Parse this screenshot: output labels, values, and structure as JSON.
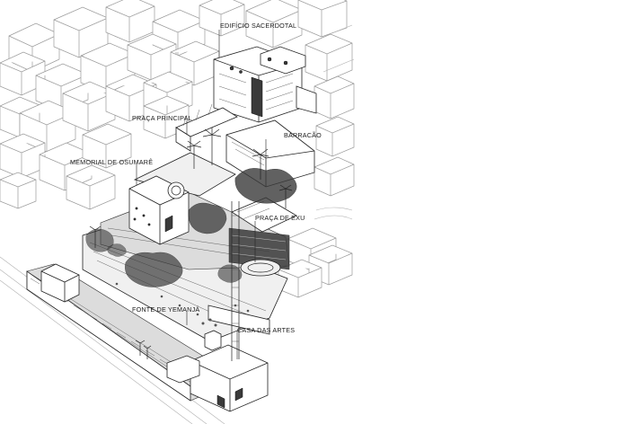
{
  "labels": {
    "edificio_sacerdotal": "EDIFÍCIO SACERDOTAL",
    "praca_principal": "PRAÇA PRINCIPAL",
    "barracao": "BARRACÃO",
    "memorial_de_osumare": "MEMORIAL DE OSUMARÊ",
    "praca_de_exu": "PRAÇA DE EXU",
    "fonte_de_yemanja": "FONTE DE YEMANJÁ",
    "casa_das_artes": "CASA DAS ARTES"
  },
  "colors": {
    "ink": "#222222",
    "context_outline": "#9a9a9a",
    "terrace_fill": "#dcdcdc",
    "vegetation": "#3a3a3a"
  }
}
